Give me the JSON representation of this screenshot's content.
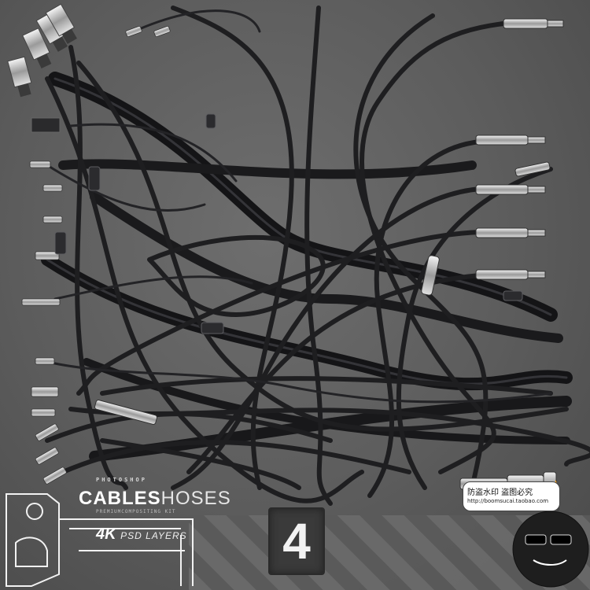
{
  "poster": {
    "tag_top": "PHOTOSHOP",
    "title_primary": "CABLES",
    "title_secondary": "HOSES",
    "subtitle": "PREMIUMCOMPOSITING KIT",
    "badge_main": "4K",
    "badge_sub": "PSD LAYERS",
    "number": "4"
  },
  "watermark": {
    "line1": "防盗水印 盗图必究",
    "line2": "http://boomsucai.taobao.com"
  },
  "colors": {
    "background": "#5e5e5e",
    "cable": "#1c1c1e",
    "cable_highlight": "#6a6a70",
    "connector": "#cfcfcf",
    "hazard_stripe": "#6b6b6b"
  }
}
